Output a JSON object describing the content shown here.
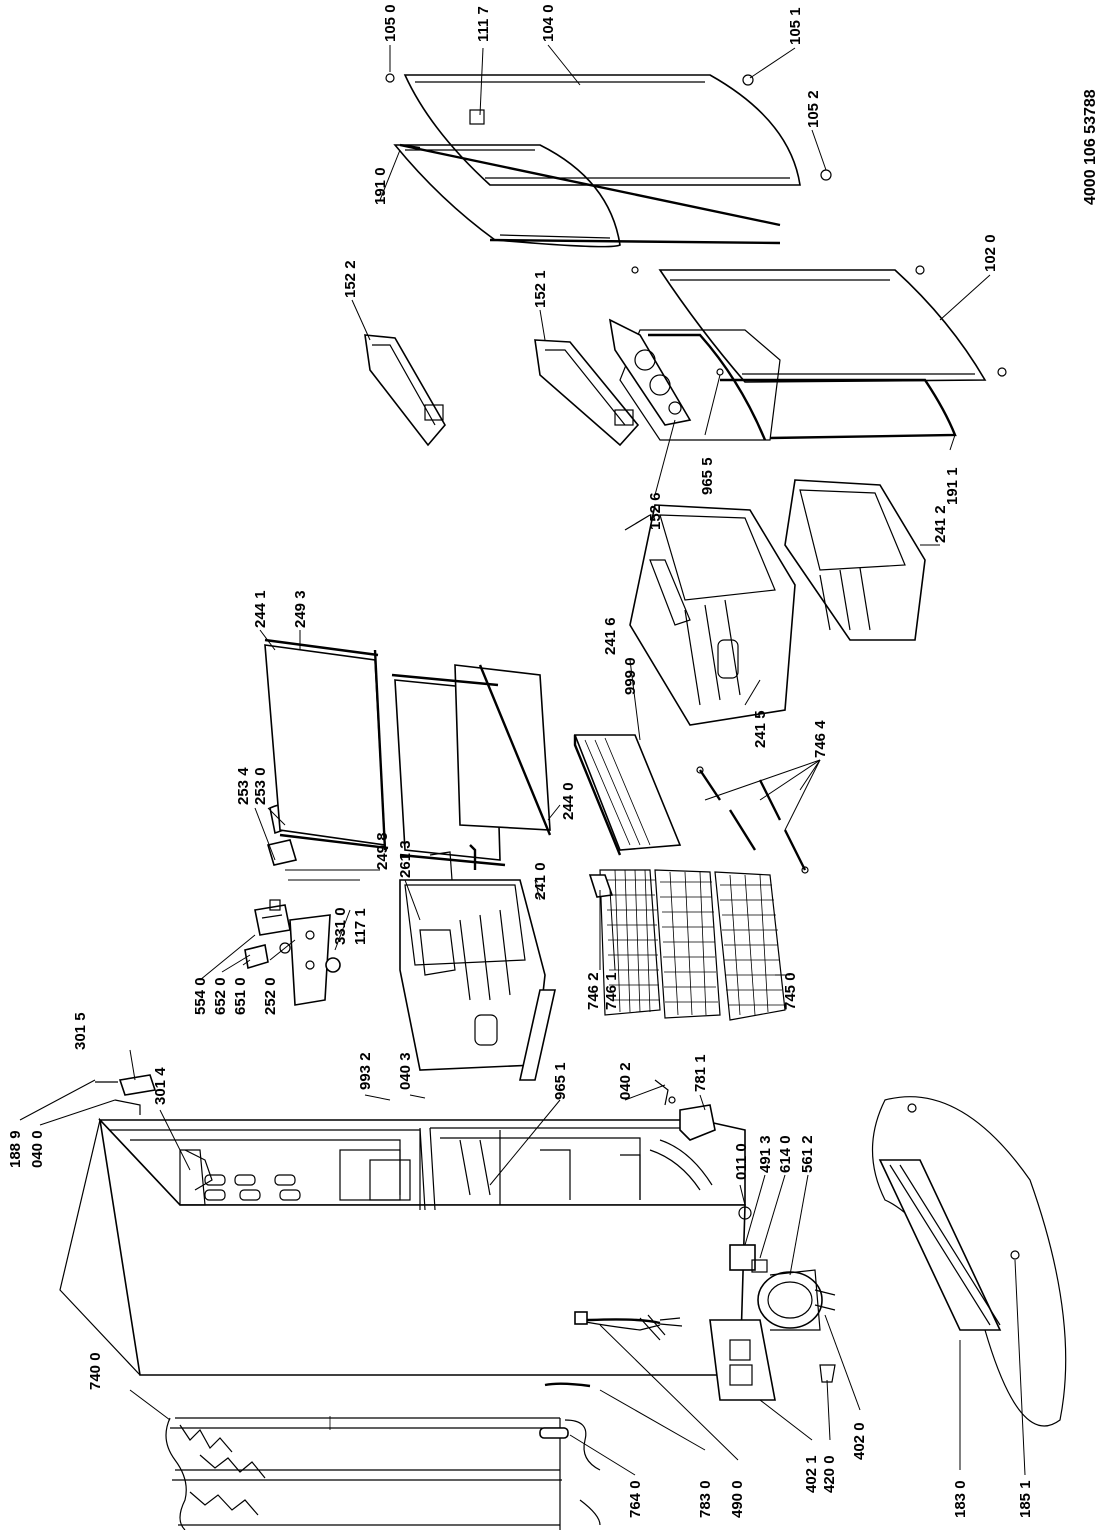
{
  "document_code": "4000 106 53788",
  "labels": [
    "105 0",
    "111 7",
    "104 0",
    "105 1",
    "105 2",
    "191 0",
    "152 2",
    "152 1",
    "102 0",
    "965 5",
    "152 6",
    "191 1",
    "241 2",
    "244 1",
    "249 3",
    "241 6",
    "999 0",
    "241 5",
    "746 4",
    "253 4",
    "253 0",
    "249 8",
    "244 0",
    "261 3",
    "241 0",
    "331 0",
    "117 1",
    "554 0",
    "652 0",
    "651 0",
    "252 0",
    "746 2",
    "746 1",
    "745 0",
    "301 5",
    "993 2",
    "040 3",
    "965 1",
    "040 2",
    "781 1",
    "301 4",
    "188 9",
    "040 0",
    "011 0",
    "491 3",
    "614 0",
    "561 2",
    "740 0",
    "764 0",
    "783 0",
    "490 0",
    "402 1",
    "420 0",
    "402 0",
    "183 0",
    "185 1"
  ]
}
